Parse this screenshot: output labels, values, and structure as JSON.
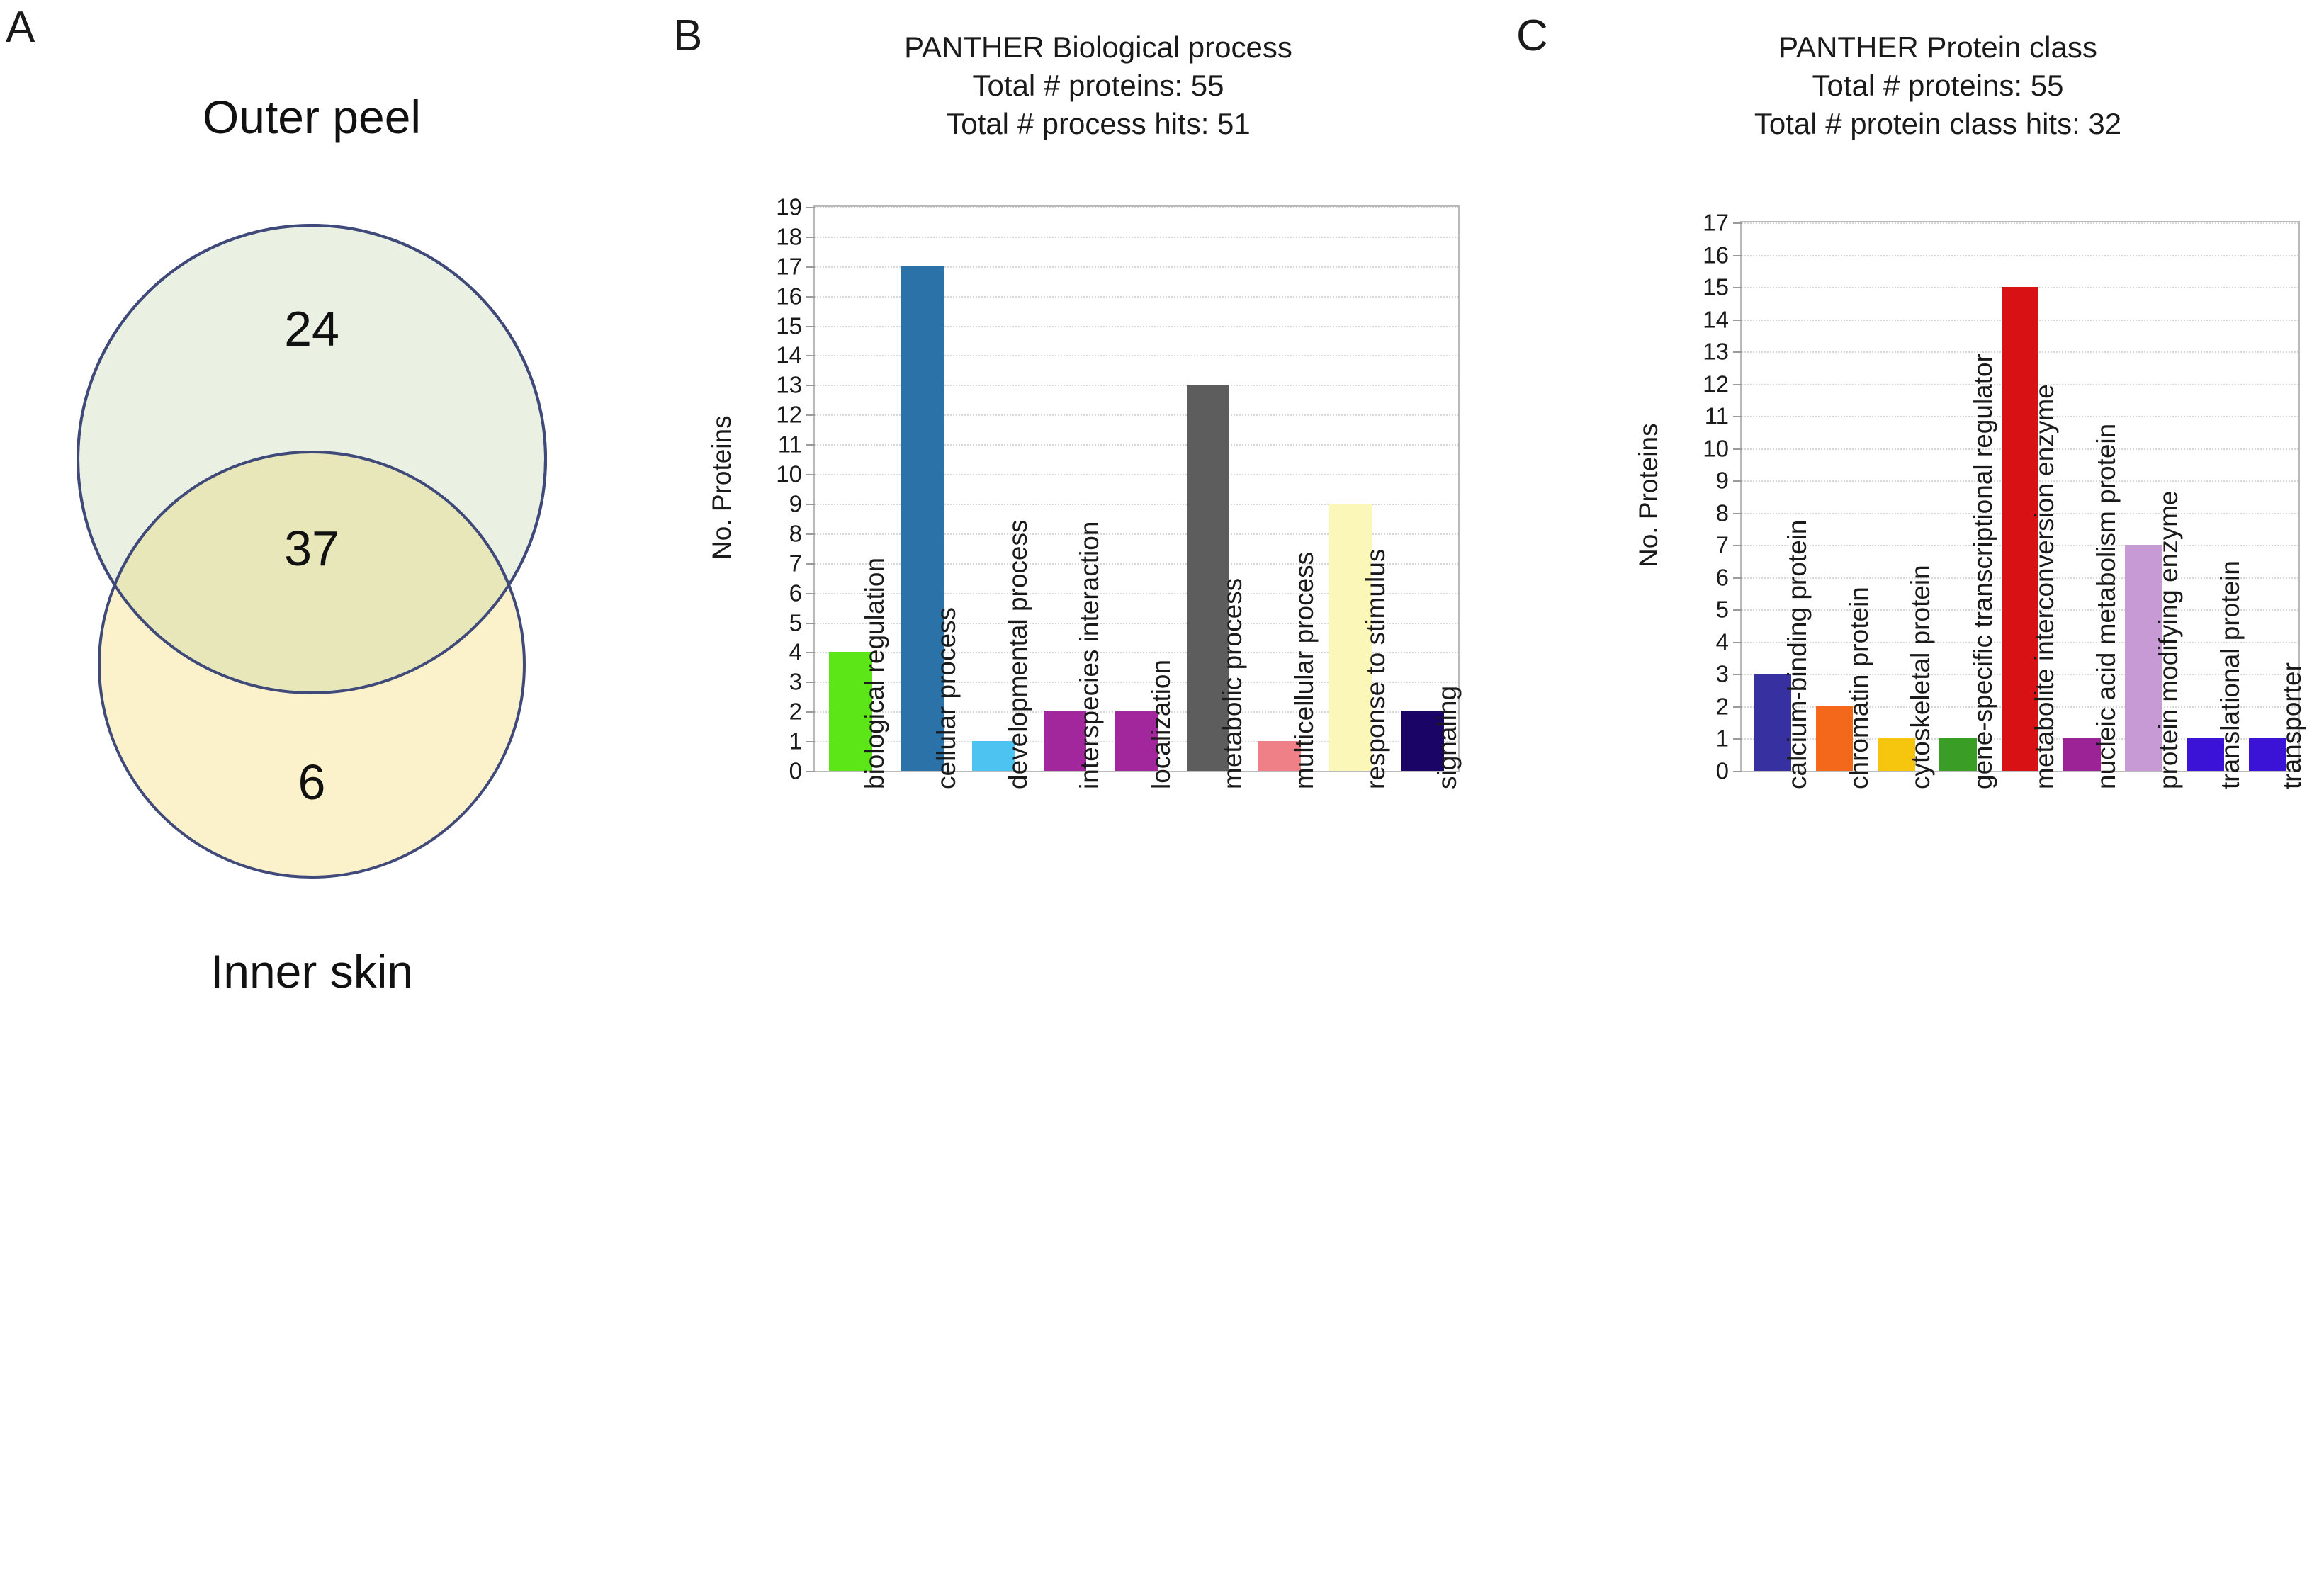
{
  "panels": {
    "a": {
      "letter": "A",
      "venn": {
        "set_top_label": "Outer\npeel",
        "set_bottom_label": "Inner\nskin",
        "top_only": "24",
        "intersection": "37",
        "bottom_only": "6",
        "top_fill": "#eaf0e2",
        "bottom_fill": "#fbf0c6",
        "overlap_fill": "#e8e7ba",
        "stroke": "#3f4a7a"
      }
    },
    "b": {
      "letter": "B",
      "title": "PANTHER Biological process\nTotal # proteins: 55\nTotal # process hits: 51"
    },
    "c": {
      "letter": "C",
      "title": "PANTHER Protein class\nTotal # proteins: 55\nTotal # protein class hits: 32"
    }
  },
  "chart_data": [
    {
      "id": "biological-process",
      "type": "bar",
      "title": "PANTHER Biological process",
      "subtitle": [
        "Total # proteins: 55",
        "Total # process hits: 51"
      ],
      "xlabel": "",
      "ylabel": "No. Proteins",
      "ylim": [
        0,
        19
      ],
      "ytick_labels": [
        "19",
        "18",
        "17",
        "16",
        "15",
        "14",
        "13",
        "12",
        "11",
        "10",
        "9",
        "8",
        "7",
        "6",
        "5",
        "4",
        "3",
        "2",
        "1",
        "0"
      ],
      "grid": true,
      "legend": "none",
      "categories": [
        "biological regulation",
        "cellular process",
        "developmental process",
        "interspecies interaction",
        "localization",
        "metabolic process",
        "multicellular process",
        "response to stimulus",
        "signaling"
      ],
      "values": [
        4,
        17,
        1,
        2,
        2,
        13,
        1,
        9,
        2
      ],
      "colors": [
        "#5ce617",
        "#2a72a8",
        "#4cc3f0",
        "#a3279c",
        "#a3279c",
        "#5d5d5d",
        "#ef8087",
        "#fbf7b9",
        "#1a0566"
      ]
    },
    {
      "id": "protein-class",
      "type": "bar",
      "title": "PANTHER Protein class",
      "subtitle": [
        "Total # proteins: 55",
        "Total # protein class hits: 32"
      ],
      "xlabel": "",
      "ylabel": "No. Proteins",
      "ylim": [
        0,
        17
      ],
      "ytick_labels": [
        "17",
        "16",
        "15",
        "14",
        "13",
        "12",
        "11",
        "10",
        "9",
        "8",
        "7",
        "6",
        "5",
        "4",
        "3",
        "2",
        "1",
        "0"
      ],
      "grid": true,
      "legend": "none",
      "categories": [
        "calcium-binding protein",
        "chromatin protein",
        "cytoskeletal protein",
        "gene-specific transcriptional regulator",
        "metabolite interconversion enzyme",
        "nucleic acid metabolism protein",
        "protein modifying enzyme",
        "translational protein",
        "transporter"
      ],
      "values": [
        3,
        2,
        1,
        1,
        15,
        1,
        7,
        1,
        1
      ],
      "colors": [
        "#3630a0",
        "#f4681c",
        "#f5c60d",
        "#3a9d26",
        "#d81214",
        "#9c2396",
        "#c79ad6",
        "#3b13d6",
        "#3b13d6"
      ]
    }
  ]
}
